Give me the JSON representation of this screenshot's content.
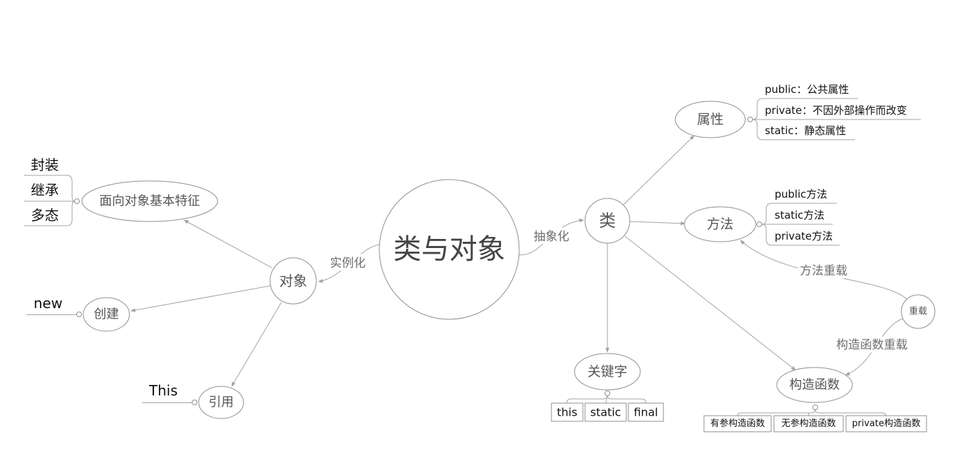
{
  "root": {
    "label": "类与对象"
  },
  "edge_labels": {
    "instantiate": "实例化",
    "abstract": "抽象化",
    "method_overload": "方法重载",
    "constructor_overload": "构造函数重载"
  },
  "object_branch": {
    "label": "对象",
    "oop_features": {
      "label": "面向对象基本特征",
      "items": [
        "封装",
        "继承",
        "多态"
      ]
    },
    "create": {
      "label": "创建",
      "items": [
        "new"
      ]
    },
    "reference": {
      "label": "引用",
      "items": [
        "This"
      ]
    }
  },
  "class_branch": {
    "label": "类",
    "attribute": {
      "label": "属性",
      "items": [
        "public：公共属性",
        "private：不因外部操作而改变",
        "static：静态属性"
      ]
    },
    "method": {
      "label": "方法",
      "items": [
        "public方法",
        "static方法",
        "private方法"
      ]
    },
    "keyword": {
      "label": "关键字",
      "items": [
        "this",
        "static",
        "final"
      ]
    },
    "constructors": {
      "label": "构造函数",
      "items": [
        "有参构造函数",
        "无参构造函数",
        "private构造函数"
      ]
    },
    "overload": {
      "label": "重载"
    }
  },
  "colors": {
    "line": "#a3a3a3",
    "node_border": "#8f8f8f",
    "node_text": "#555555",
    "edge_label_text": "#6e6e6e",
    "leaf_text": "#111111"
  }
}
